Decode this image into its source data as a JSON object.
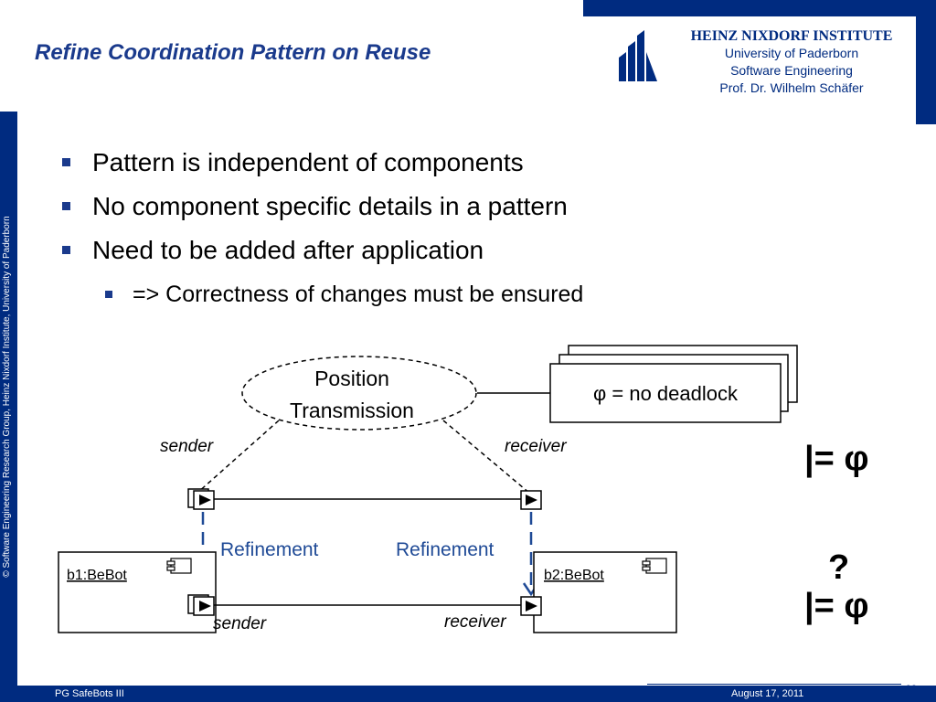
{
  "slide": {
    "title": "Refine Coordination Pattern on Reuse",
    "side_text": "© Software Engineering Research Group, Heinz Nixdorf Institute, University of Paderborn",
    "institute": {
      "name": "HEINZ NIXDORF INSTITUTE",
      "line1": "University of Paderborn",
      "line2": "Software Engineering",
      "line3": "Prof. Dr. Wilhelm Schäfer"
    },
    "bullets": [
      "Pattern is independent of components",
      "No component specific details in a pattern",
      "Need to be added after application"
    ],
    "sub_bullets": [
      "=> Correctness of changes must be ensured"
    ],
    "footer": {
      "left": "PG SafeBots III",
      "date": "August 17, 2011",
      "page": "23"
    },
    "colors": {
      "brand_blue": "#002b80",
      "title_blue": "#1a3a8c",
      "refinement_blue": "#1f4a96"
    }
  },
  "diagram": {
    "pattern_line1": "Position",
    "pattern_line2": "Transmission",
    "property": "φ = no deadlock",
    "role_sender": "sender",
    "role_receiver": "receiver",
    "refinement_left": "Refinement",
    "refinement_right": "Refinement",
    "component_left": "b1:BeBot",
    "component_right": "b2:BeBot",
    "port_sender": "sender",
    "port_receiver": "receiver",
    "satisfies_top": "|= φ",
    "question": "?",
    "satisfies_bottom": "|= φ"
  }
}
